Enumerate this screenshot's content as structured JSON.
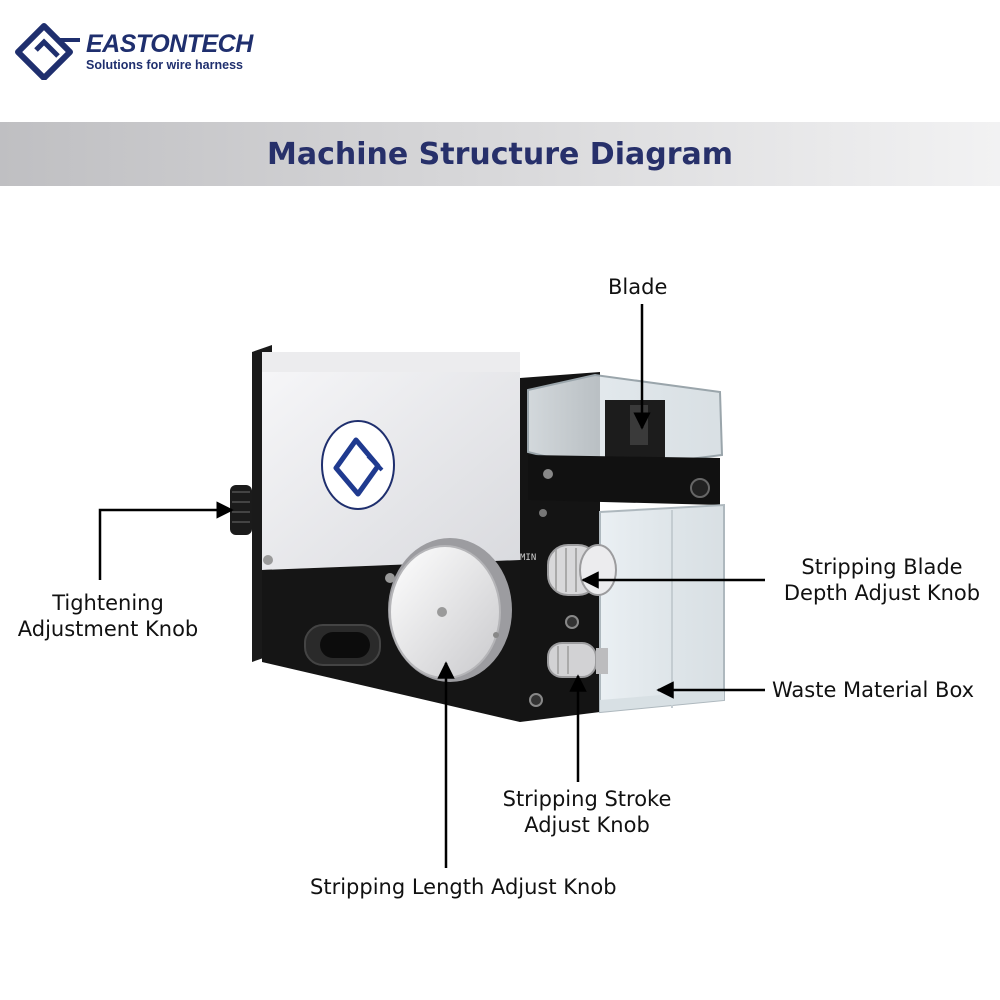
{
  "brand": {
    "name": "EASTONTECH",
    "tagline": "Solutions for wire harness",
    "color": "#1f2f6e"
  },
  "banner": {
    "title": "Machine Structure Diagram",
    "title_color": "#27306a"
  },
  "machine": {
    "dial_marking": "MIN"
  },
  "callouts": {
    "blade": "Blade",
    "tightening_line1": "Tightening",
    "tightening_line2": "Adjustment Knob",
    "depth_line1": "Stripping Blade",
    "depth_line2": "Depth Adjust Knob",
    "waste": "Waste Material Box",
    "stroke_line1": "Stripping Stroke",
    "stroke_line2": "Adjust Knob",
    "length": "Stripping Length Adjust Knob"
  }
}
